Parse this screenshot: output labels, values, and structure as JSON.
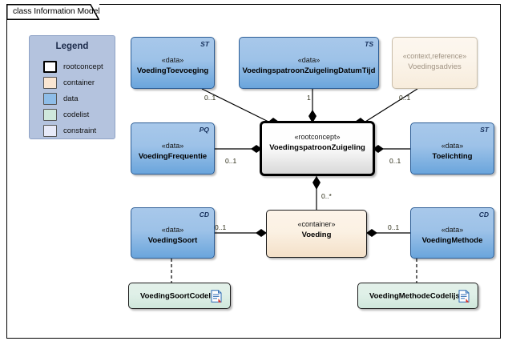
{
  "frame": {
    "title": "class Information Model"
  },
  "legend": {
    "title": "Legend",
    "items": [
      {
        "label": "rootconcept",
        "color": "#ffffff"
      },
      {
        "label": "container",
        "color": "#fae6d2"
      },
      {
        "label": "data",
        "color": "#8ebde8"
      },
      {
        "label": "codelist",
        "color": "#cfe8dc"
      },
      {
        "label": "constraint",
        "color": "#e7eaf8"
      }
    ]
  },
  "nodes": {
    "voeding_toevoeging": {
      "stereotype": "«data»",
      "name": "VoedingToevoeging",
      "corner": "ST",
      "kind": "data"
    },
    "voedingspatroon_datumtijd": {
      "stereotype": "«data»",
      "name": "VoedingspatroonZuigelingDatumTijd",
      "corner": "TS",
      "kind": "data"
    },
    "voedingsadvies": {
      "stereotype": "«context,reference»",
      "name": "Voedingsadvies",
      "corner": "",
      "kind": "faded"
    },
    "voeding_frequentie": {
      "stereotype": "«data»",
      "name": "VoedingFrequentie",
      "corner": "PQ",
      "kind": "data"
    },
    "voedingspatroon_zuigeling": {
      "stereotype": "«rootconcept»",
      "name": "VoedingspatroonZuigeling",
      "corner": "",
      "kind": "rootconcept"
    },
    "toelichting": {
      "stereotype": "«data»",
      "name": "Toelichting",
      "corner": "ST",
      "kind": "data"
    },
    "voeding_soort": {
      "stereotype": "«data»",
      "name": "VoedingSoort",
      "corner": "CD",
      "kind": "data"
    },
    "voeding": {
      "stereotype": "«container»",
      "name": "Voeding",
      "corner": "",
      "kind": "container"
    },
    "voeding_methode": {
      "stereotype": "«data»",
      "name": "VoedingMethode",
      "corner": "CD",
      "kind": "data"
    },
    "voeding_soort_codelijst": {
      "name": "VoedingSoortCodelijst",
      "kind": "codelist",
      "icon": "document-icon"
    },
    "voeding_methode_codelijst": {
      "name": "VoedingMethodeCodelijst",
      "kind": "codelist",
      "icon": "document-icon"
    }
  },
  "multiplicities": {
    "toevoeging_to_root": "0..1",
    "datumtijd_to_root": "1",
    "advies_to_root": "0..1",
    "frequentie_to_root": "0..1",
    "root_to_toelichting": "0..1",
    "root_to_voeding": "0..*",
    "soort_to_voeding": "0..1",
    "voeding_to_methode": "0..1"
  }
}
